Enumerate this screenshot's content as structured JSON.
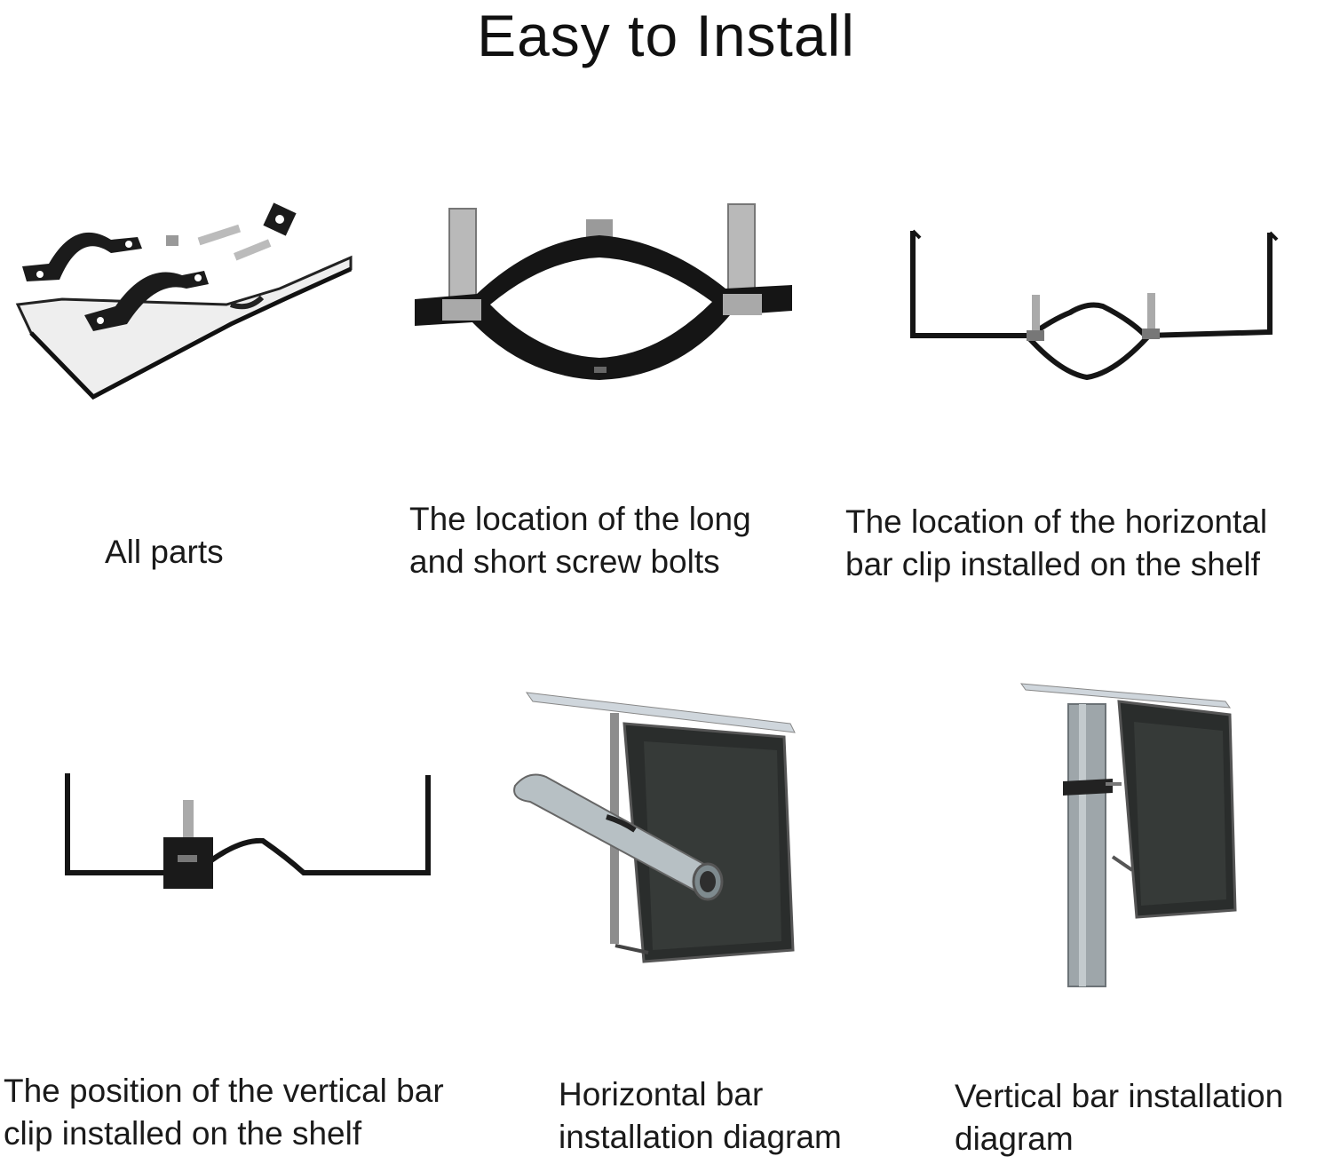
{
  "title": "Easy to Install",
  "panels": [
    {
      "icon": "bracket-parts-icon",
      "caption": [
        "All parts"
      ]
    },
    {
      "icon": "pipe-clamp-bolts-icon",
      "caption": [
        "The location of the long",
        "and short screw bolts"
      ]
    },
    {
      "icon": "horizontal-bar-clip-icon",
      "caption": [
        "The location of the horizontal",
        "bar clip installed on the shelf"
      ]
    },
    {
      "icon": "vertical-bar-clip-icon",
      "caption": [
        "The position of the vertical bar",
        "clip installed on the shelf"
      ]
    },
    {
      "icon": "horizontal-mount-panel-icon",
      "caption": [
        "Horizontal bar",
        "installation diagram"
      ]
    },
    {
      "icon": "vertical-mount-panel-icon",
      "caption": [
        "Vertical bar installation",
        "diagram"
      ]
    }
  ]
}
